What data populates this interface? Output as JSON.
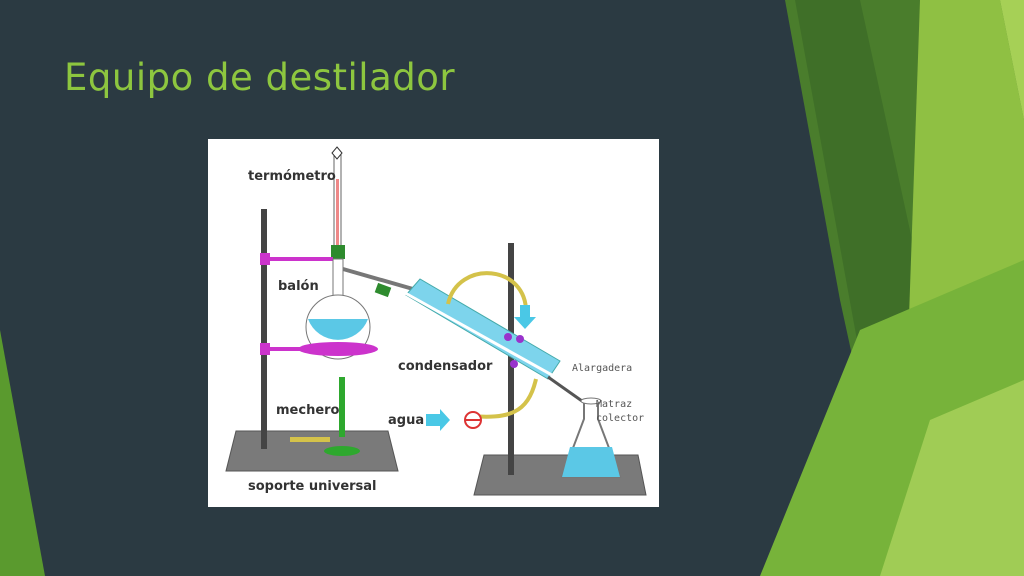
{
  "slide": {
    "title": "Equipo de destilador"
  },
  "diagram": {
    "labels": {
      "termometro": "termómetro",
      "balon": "balón",
      "condensador": "condensador",
      "mechero": "mechero",
      "agua": "agua",
      "soporte": "soporte universal"
    },
    "annotations": {
      "alargadera": "Alargadera",
      "matraz_line1": "Matraz",
      "matraz_line2": "colector"
    }
  },
  "colors": {
    "background": "#2b3a42",
    "title": "#8dc63f",
    "accent_green": "#6ab42d",
    "liquid": "#5bc8e6",
    "clamp": "#cc33cc"
  }
}
